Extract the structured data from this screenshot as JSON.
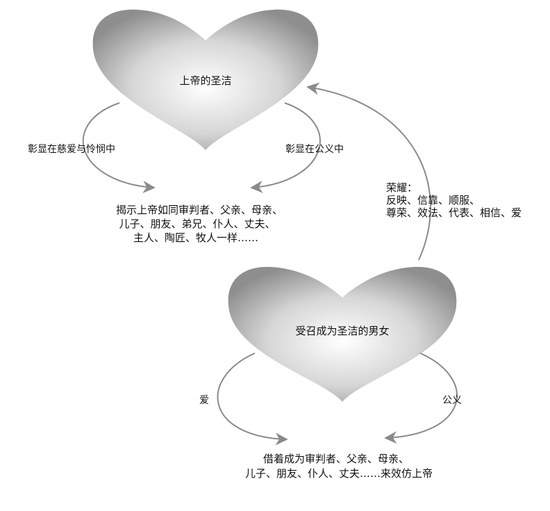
{
  "top_heart": {
    "label": "上帝的圣洁"
  },
  "bottom_heart": {
    "label": "受召成为圣洁的男女"
  },
  "top_arrows": {
    "left_label": "彰显在慈爱与怜悯中",
    "right_label": "彰显在公义中"
  },
  "top_result": {
    "lines": [
      "揭示上帝如同审判者、父亲、母亲、",
      "儿子、朋友、弟兄、仆人、丈夫、",
      "主人、陶匠、牧人一样……"
    ]
  },
  "glory": {
    "lines": [
      "荣耀：",
      "反映、信靠、顺服、",
      "尊荣、效法、代表、相信、爱"
    ]
  },
  "bottom_arrows": {
    "left_label": "爱",
    "right_label": "公义"
  },
  "bottom_result": {
    "lines": [
      "借着成为审判者、父亲、母亲、",
      "儿子、朋友、仆人、丈夫……来效仿上帝"
    ]
  }
}
